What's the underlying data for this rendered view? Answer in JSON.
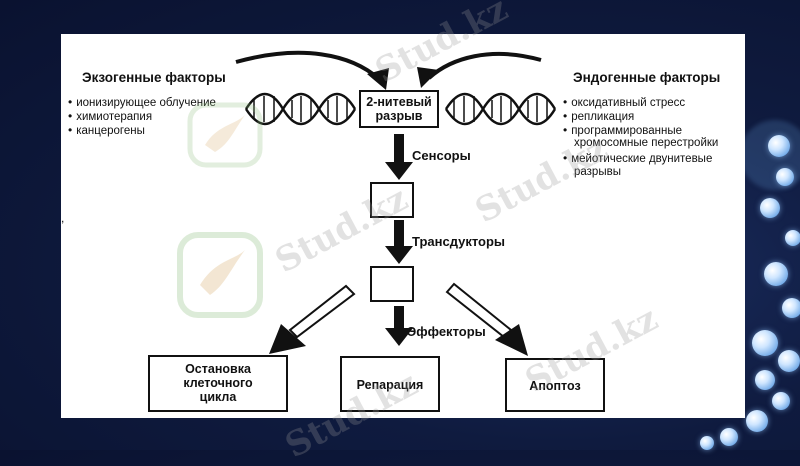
{
  "exogenous": {
    "title": "Экзогенные факторы",
    "items": [
      "ионизирующее облучение",
      "химиотерапия",
      "канцерогены"
    ]
  },
  "endogenous": {
    "title": "Эндогенные факторы",
    "items": [
      "оксидативный стресс",
      "репликация",
      "программированные",
      "хромосомные перестройки",
      "мейотические двунитевые",
      "разрывы"
    ]
  },
  "center_box": {
    "line1": "2-нитевый",
    "line2": "разрыв"
  },
  "labels": {
    "sensors": "Сенсоры",
    "transducers": "Трансдукторы",
    "effectors": "Эффекторы"
  },
  "outcomes": {
    "arrest": {
      "line1": "Остановка",
      "line2": "клеточного",
      "line3": "цикла"
    },
    "repair": "Репарация",
    "apoptosis": "Апоптоз"
  },
  "watermark_text": "Stud.kz",
  "colors": {
    "slide_bg": "#ffffff",
    "ink": "#111111",
    "page_bg": "#0f1b3f"
  }
}
